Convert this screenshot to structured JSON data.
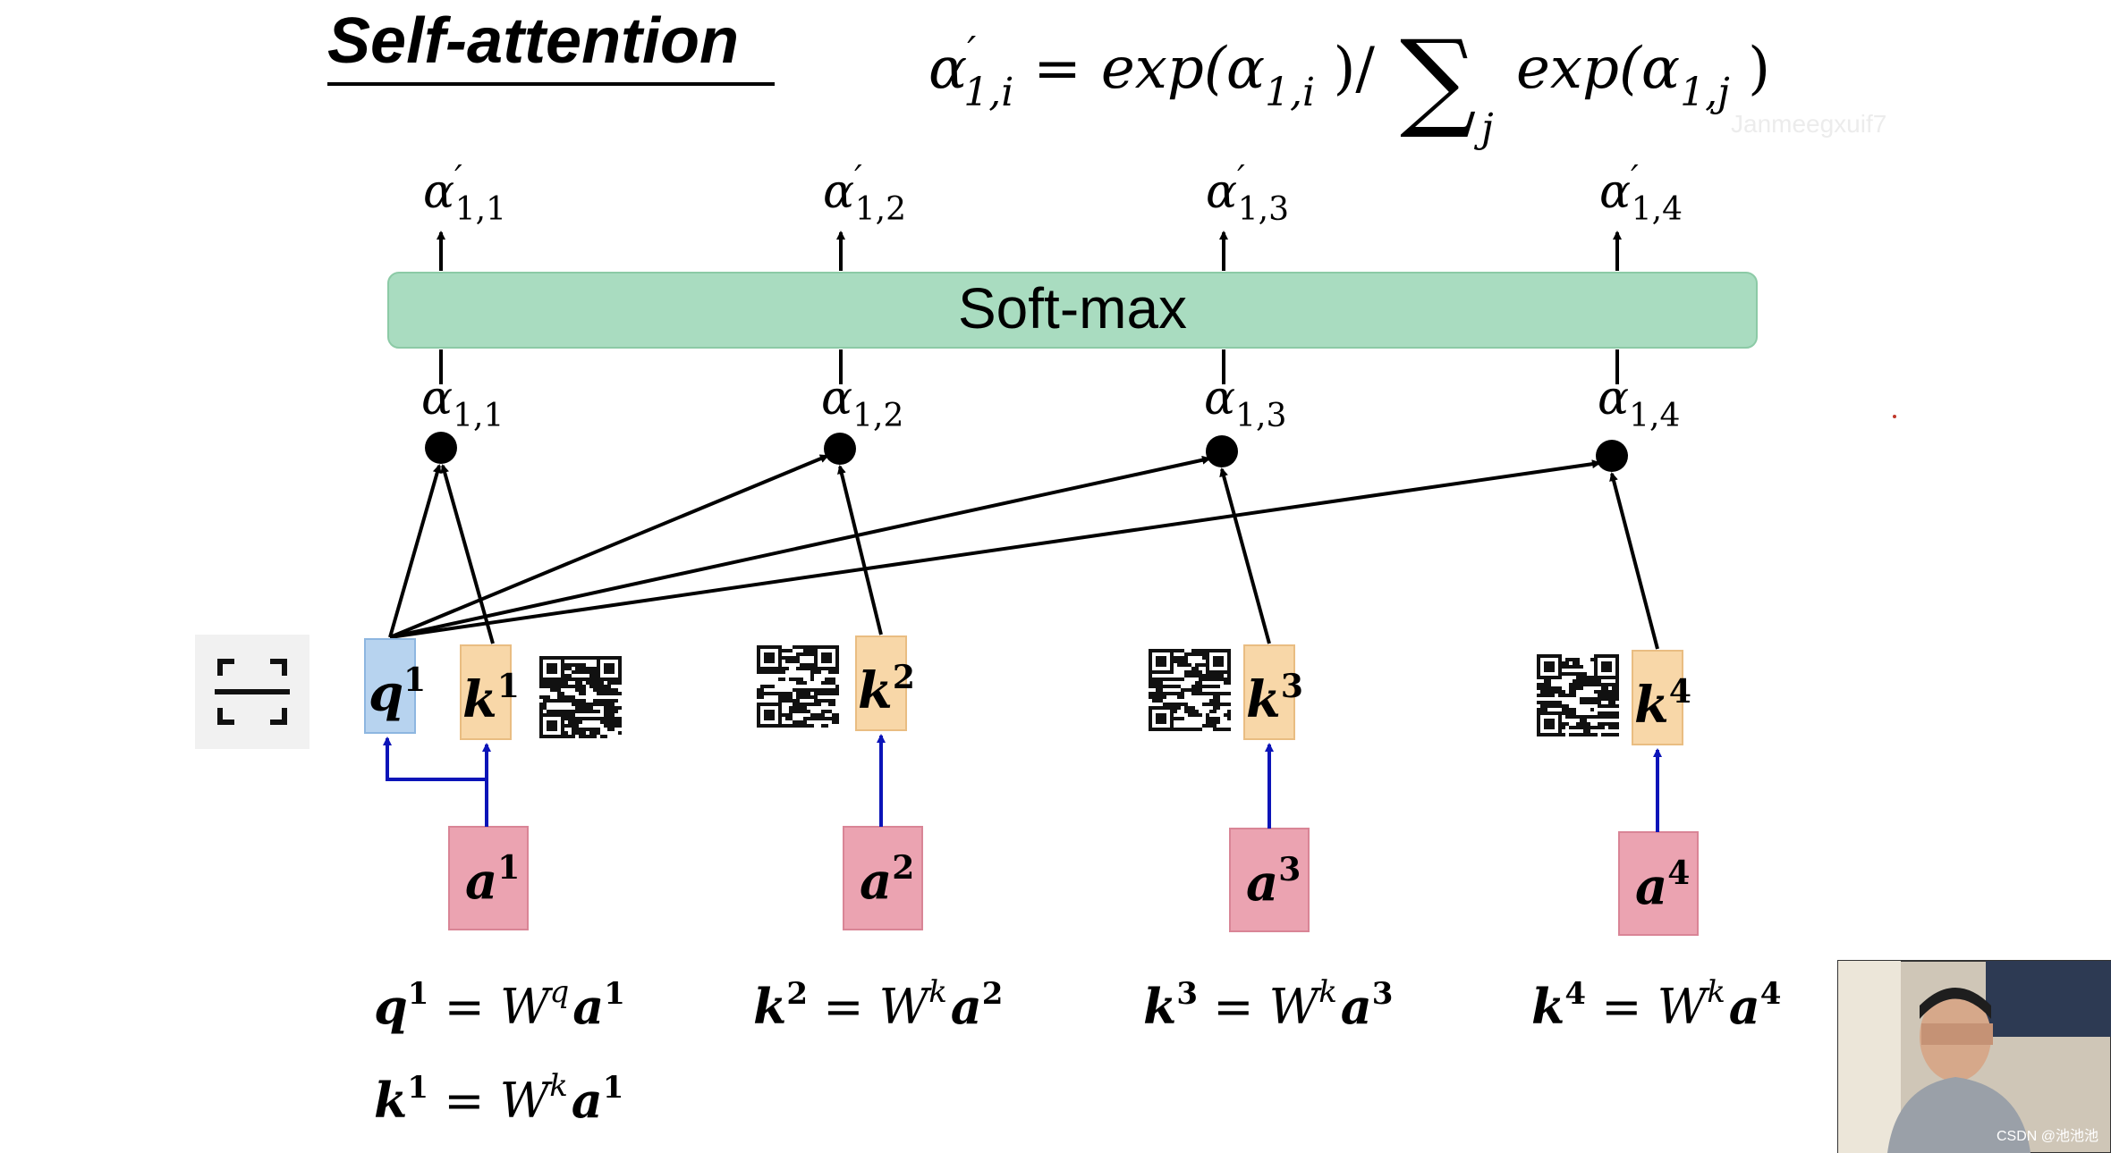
{
  "slide": {
    "title": "Self-attention",
    "formula": {
      "lhs_symbol": "α",
      "lhs_prime": "′",
      "lhs_sub": "1,i",
      "eq": "=",
      "exp_open": "exp(",
      "inner_symbol_1": "α",
      "inner_sub_1": "1,i",
      "slash_close": " )/",
      "sum": "∑",
      "sum_sub": "j",
      "exp_open_2": "exp(",
      "inner_symbol_2": "α",
      "inner_sub_2": "1,j",
      "close": " )"
    },
    "watermark": "Janmeegxuif7",
    "softmax_label": "Soft-max",
    "outputs": [
      {
        "symbol": "α",
        "prime": "′",
        "sub": "1,1"
      },
      {
        "symbol": "α",
        "prime": "′",
        "sub": "1,2"
      },
      {
        "symbol": "α",
        "prime": "′",
        "sub": "1,3"
      },
      {
        "symbol": "α",
        "prime": "′",
        "sub": "1,4"
      }
    ],
    "scores": [
      {
        "symbol": "α",
        "sub": "1,1"
      },
      {
        "symbol": "α",
        "sub": "1,2"
      },
      {
        "symbol": "α",
        "sub": "1,3"
      },
      {
        "symbol": "α",
        "sub": "1,4"
      }
    ],
    "query": {
      "base": "q",
      "sup": "1"
    },
    "keys": [
      {
        "base": "k",
        "sup": "1"
      },
      {
        "base": "k",
        "sup": "2"
      },
      {
        "base": "k",
        "sup": "3"
      },
      {
        "base": "k",
        "sup": "4"
      }
    ],
    "inputs": [
      {
        "base": "a",
        "sup": "1"
      },
      {
        "base": "a",
        "sup": "2"
      },
      {
        "base": "a",
        "sup": "3"
      },
      {
        "base": "a",
        "sup": "4"
      }
    ],
    "equations": [
      {
        "lhs": "q",
        "lhs_sup": "1",
        "eq": " = ",
        "w": "W",
        "w_sup": "q",
        "rhs": "a",
        "rhs_sup": "1"
      },
      {
        "lhs": "k",
        "lhs_sup": "1",
        "eq": " = ",
        "w": "W",
        "w_sup": "k",
        "rhs": "a",
        "rhs_sup": "1"
      },
      {
        "lhs": "k",
        "lhs_sup": "2",
        "eq": " = ",
        "w": "W",
        "w_sup": "k",
        "rhs": "a",
        "rhs_sup": "2"
      },
      {
        "lhs": "k",
        "lhs_sup": "3",
        "eq": " = ",
        "w": "W",
        "w_sup": "k",
        "rhs": "a",
        "rhs_sup": "3"
      },
      {
        "lhs": "k",
        "lhs_sup": "4",
        "eq": " = ",
        "w": "W",
        "w_sup": "k",
        "rhs": "a",
        "rhs_sup": "4"
      }
    ],
    "footer_credit": "CSDN @池池池",
    "icons": [
      "scan-icon",
      "qr-code-icon",
      "qr-code-icon",
      "qr-code-icon",
      "qr-code-icon",
      "presenter-video-thumbnail"
    ]
  },
  "colors": {
    "softmax_fill": "#a9dcc0",
    "softmax_stroke": "#8ccaa6",
    "query_fill": "#b7d3ef",
    "query_stroke": "#8db6e0",
    "key_fill": "#f8d7a8",
    "key_stroke": "#e9bd82",
    "input_fill": "#eba3b1",
    "input_stroke": "#d98596",
    "blue_arrow": "#0b14b8",
    "black": "#000000"
  }
}
